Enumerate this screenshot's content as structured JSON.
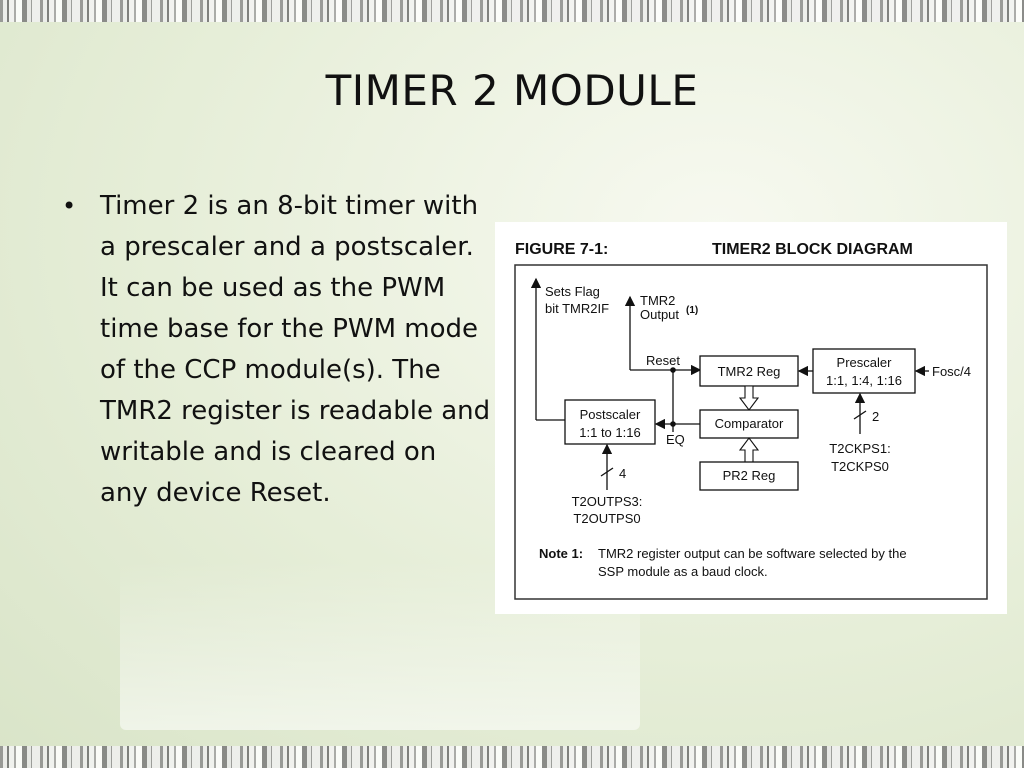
{
  "slide": {
    "title": "TIMER 2 MODULE",
    "bullet": "Timer 2 is an 8-bit timer with a prescaler and a postscaler. It can be used as the PWM time base for the PWM mode of the CCP module(s). The TMR2 register is readable and writable and is cleared on any device Reset."
  },
  "diagram": {
    "figure_label": "FIGURE 7-1:",
    "figure_title": "TIMER2 BLOCK DIAGRAM",
    "sets_flag_line1": "Sets Flag",
    "sets_flag_line2": "bit TMR2IF",
    "tmr2_output_line1": "TMR2",
    "tmr2_output_line2": "Output",
    "tmr2_output_note": "(1)",
    "reset_label": "Reset",
    "tmr2_reg": "TMR2 Reg",
    "prescaler_line1": "Prescaler",
    "prescaler_line2": "1:1, 1:4, 1:16",
    "fosc": "Fosc/4",
    "postscaler_line1": "Postscaler",
    "postscaler_line2": "1:1 to 1:16",
    "eq_label": "EQ",
    "comparator": "Comparator",
    "pr2_reg": "PR2 Reg",
    "prescale_bits": "2",
    "t2ckps_line1": "T2CKPS1:",
    "t2ckps_line2": "T2CKPS0",
    "postscale_bits": "4",
    "t2outps_line1": "T2OUTPS3:",
    "t2outps_line2": "T2OUTPS0",
    "note_label": "Note 1:",
    "note_line1": "TMR2 register output can be software selected by the",
    "note_line2": "SSP module as a baud clock."
  }
}
